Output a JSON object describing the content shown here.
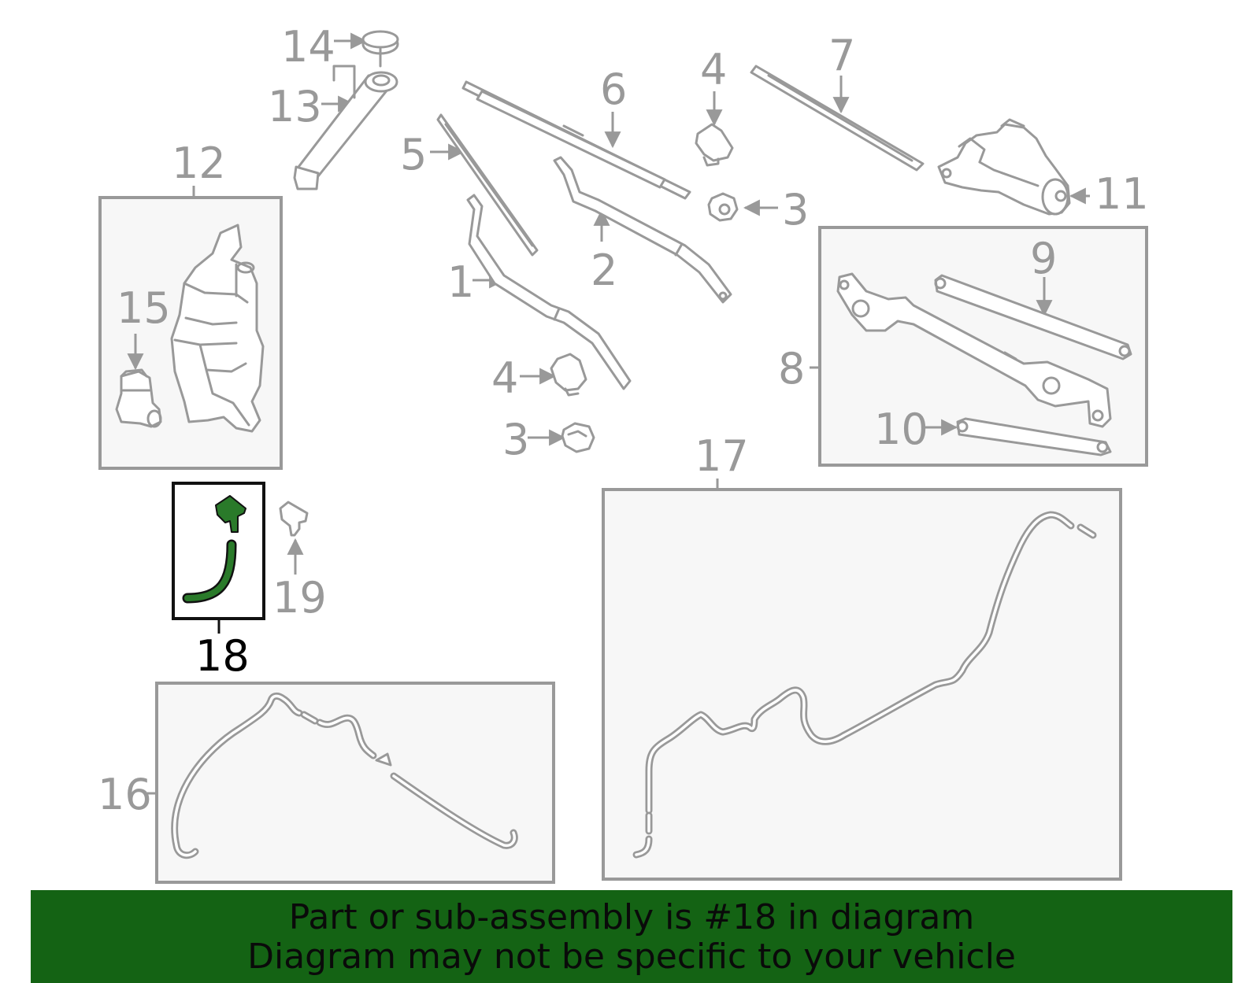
{
  "diagram": {
    "highlighted_part": "18",
    "highlight_color": "#2a7a2a",
    "callouts": {
      "p1": "1",
      "p2": "2",
      "p3a": "3",
      "p3b": "3",
      "p4a": "4",
      "p4b": "4",
      "p5": "5",
      "p6": "6",
      "p7": "7",
      "p8": "8",
      "p9": "9",
      "p10": "10",
      "p11": "11",
      "p12": "12",
      "p13": "13",
      "p14": "14",
      "p15": "15",
      "p16": "16",
      "p17": "17",
      "p18": "18",
      "p19": "19"
    }
  },
  "banner": {
    "line1": "Part or sub-assembly is #18 in diagram",
    "line2": "Diagram may not be specific to your vehicle",
    "background": "#146314"
  }
}
